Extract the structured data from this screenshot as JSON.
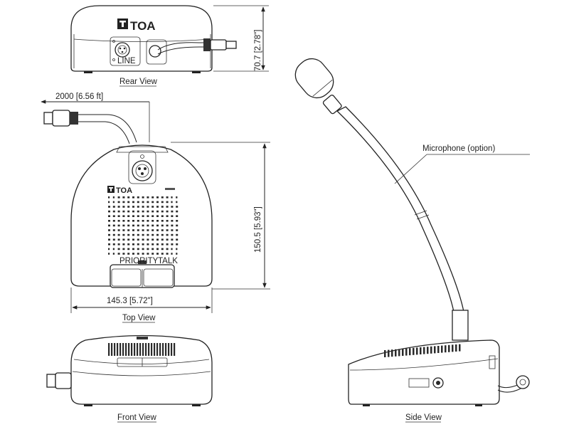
{
  "brand": "TOA",
  "connector_label": "LINE",
  "button_labels": {
    "left": "PRIORITY",
    "right": "TALK"
  },
  "views": {
    "rear": "Rear View",
    "top": "Top View",
    "front": "Front View",
    "side": "Side View"
  },
  "dimensions": {
    "height": "70.7 [2.78\"]",
    "depth": "150.5 [5.93\"]",
    "width": "145.3 [5.72\"]",
    "cable": "2000 [6.56 ft]"
  },
  "callouts": {
    "microphone": "Microphone (option)"
  },
  "colors": {
    "line": "#222222",
    "fill": "#ffffff",
    "grille": "#2a2a2a"
  }
}
